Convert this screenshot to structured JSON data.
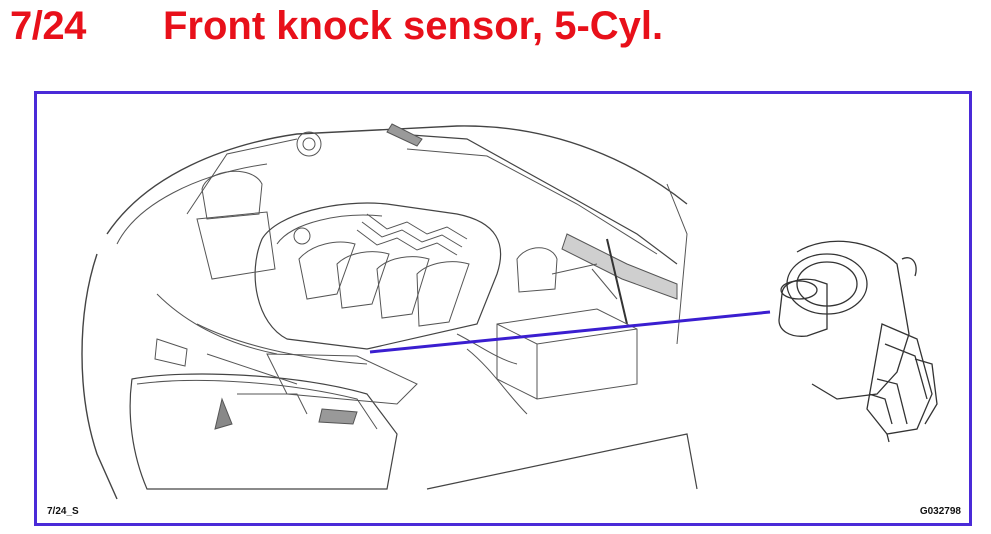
{
  "header": {
    "page_number": "7/24",
    "title": "Front knock sensor, 5-Cyl."
  },
  "figure": {
    "image_ref": "7/24_S",
    "drawing_code": "G032798",
    "frame_color": "#4a2ad8",
    "title_color": "#e8101a",
    "pointer_color": "#3a1ed0",
    "icons": [
      "engine-bay-illustration",
      "knock-sensor-illustration"
    ]
  }
}
